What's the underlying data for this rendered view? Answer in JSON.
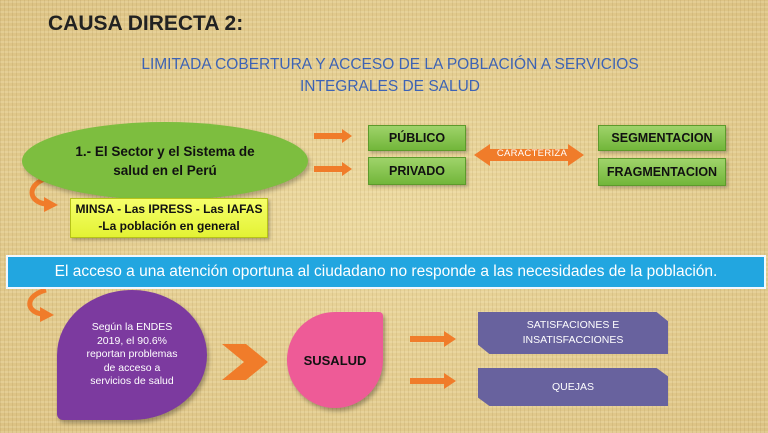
{
  "title": "CAUSA DIRECTA 2:",
  "subtitle_line1": "LIMITADA COBERTURA Y ACCESO DE LA POBLACIÓN A SERVICIOS",
  "subtitle_line2": "INTEGRALES DE SALUD",
  "sector": "1.- El Sector y el Sistema de salud en el Perú",
  "publico": "PÚBLICO",
  "privado": "PRIVADO",
  "caracteriza": "CARACTERIZA",
  "segmentacion": "SEGMENTACION",
  "fragmentacion": "FRAGMENTACION",
  "minsa_line1": "MINSA - Las IPRESS - Las IAFAS",
  "minsa_line2": "-La población en general",
  "banner": "El acceso a una atención oportuna al ciudadano no responde a las necesidades de la población.",
  "endes": "Según la ENDES 2019, el 90.6% reportan problemas de acceso a servicios de salud",
  "susalud": "SUSALUD",
  "satisfacciones": "SATISFACIONES E INSATISFACCIONES",
  "quejas": "QUEJAS",
  "colors": {
    "orange_arrow": "#f07c2a",
    "green": "#7dbe3f",
    "yellow": "#e9f53f",
    "banner_blue": "#22a6e0",
    "purple": "#7c3a9f",
    "pink": "#ee5b97",
    "slate": "#68629e"
  }
}
